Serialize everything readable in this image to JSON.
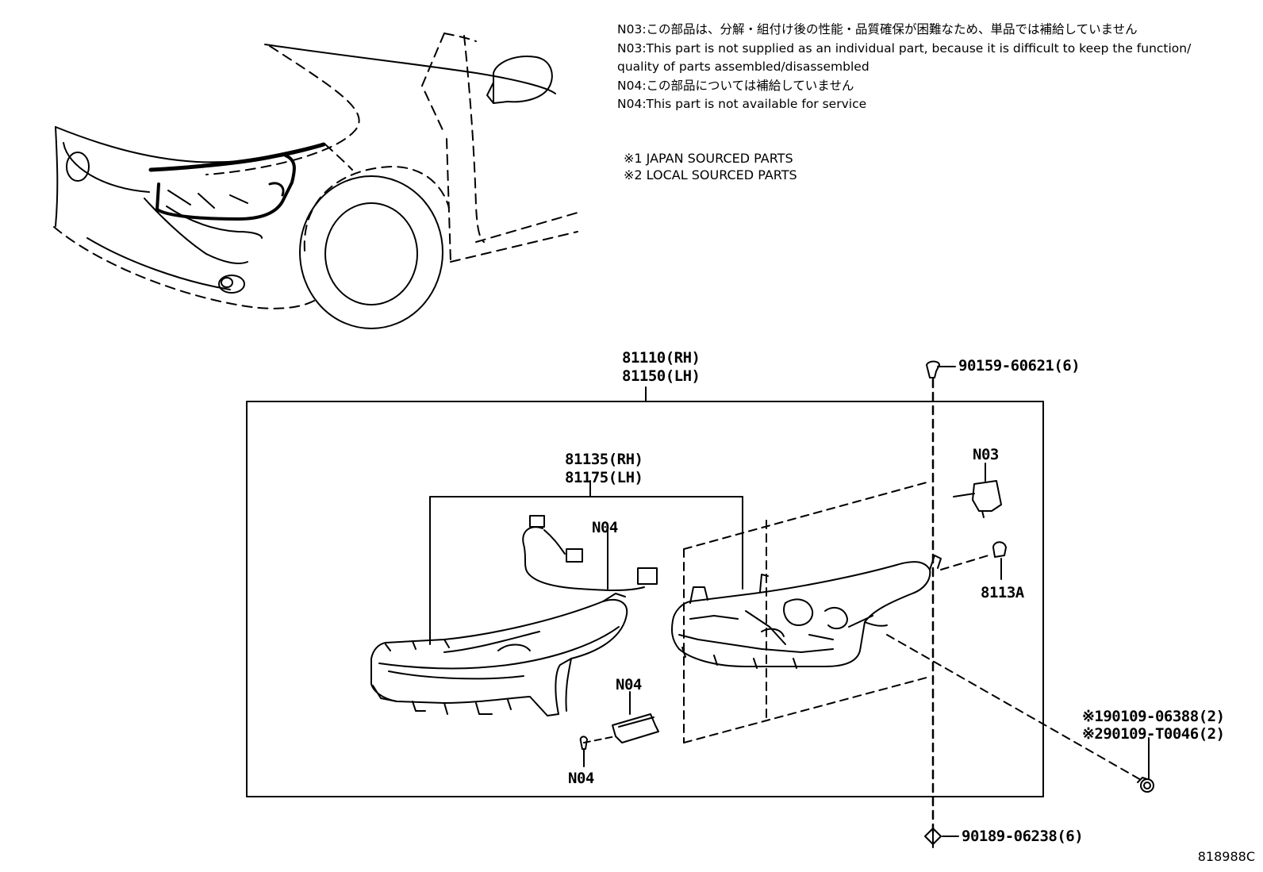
{
  "notes": [
    "N03:この部品は、分解・組付け後の性能・品質確保が困難なため、単品では補給していません",
    "N03:This part is not supplied as an individual part, because it is difficult to keep the function/",
    "quality of parts assembled/disassembled",
    "N04:この部品については補給していません",
    "N04:This part is not available for service"
  ],
  "legend": [
    "※1 JAPAN SOURCED PARTS",
    "※2 LOCAL SOURCED PARTS"
  ],
  "labels": {
    "assembly_rh": "81110(RH)",
    "assembly_lh": "81150(LH)",
    "lens_rh": "81135(RH)",
    "lens_lh": "81175(LH)",
    "wire_n04": "N04",
    "n04_module": "N04",
    "n04_screw": "N04",
    "n03": "N03",
    "socket": "8113A",
    "screw_top": "90159-60621(6)",
    "screw_bottom": "90189-06238(6)",
    "bolt_japan": "※190109-06388(2)",
    "bolt_local": "※290109-T0046(2)"
  },
  "figure_code": "818988C",
  "colors": {
    "line": "#000000",
    "background": "#ffffff"
  }
}
